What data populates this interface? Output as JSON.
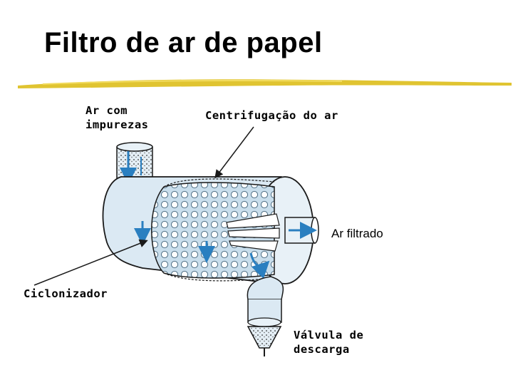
{
  "title": "Filtro de ar de papel",
  "labels": {
    "air_inlet_line1": "Ar com",
    "air_inlet_line2": "impurezas",
    "centrifugation": "Centrifugação do ar",
    "filtered_air": "Ar filtrado",
    "cyclonizer": "Ciclonizador",
    "drain_valve_line1": "Válvula de",
    "drain_valve_line2": "descarga"
  },
  "colors": {
    "underline": "#e0c431",
    "housing_fill": "#dbe9f3",
    "element_fill": "#c7ddec",
    "flow_arrow": "#2a7fc0",
    "line": "#1a1a1a"
  }
}
